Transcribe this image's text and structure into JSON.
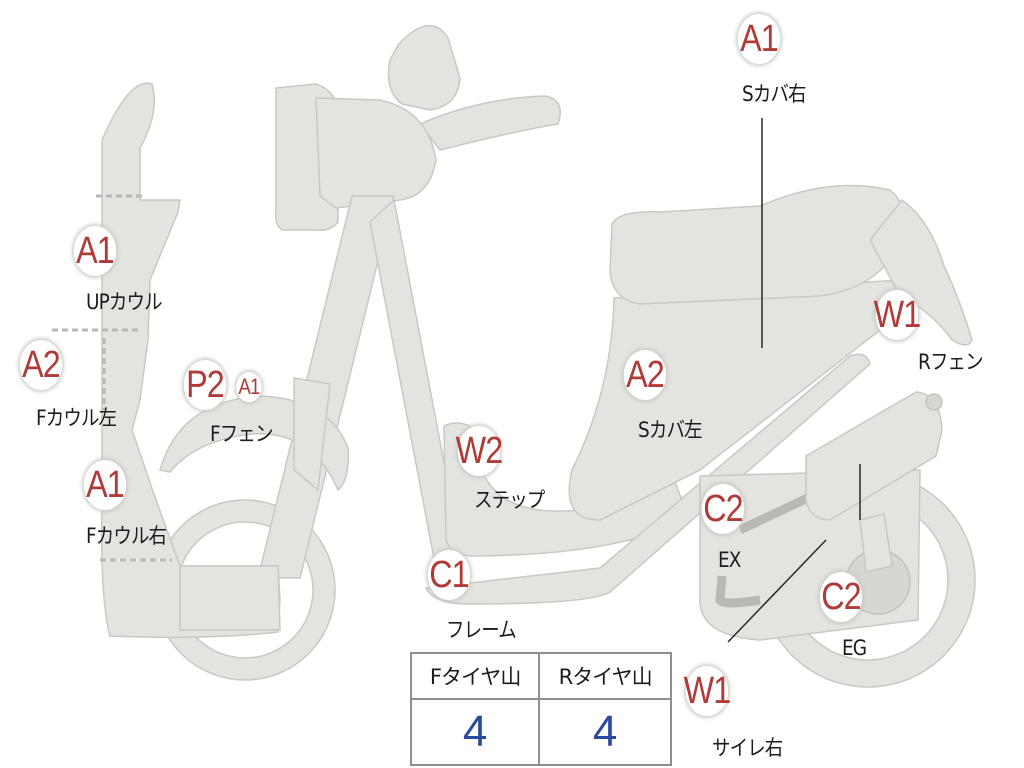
{
  "colors": {
    "grade": "#b03a38",
    "value": "#2a4aa0",
    "part_fill": "#e3e3df"
  },
  "parts": [
    {
      "id": "s-cover-right",
      "grade": "A1",
      "caption": "Sカバ右"
    },
    {
      "id": "up-cowl",
      "grade": "A1",
      "caption": "UPカウル"
    },
    {
      "id": "f-cowl-left",
      "grade": "A2",
      "caption": "Fカウル左"
    },
    {
      "id": "f-fender",
      "grade": "P2",
      "grade2": "A1",
      "caption": "Fフェン"
    },
    {
      "id": "f-cowl-right",
      "grade": "A1",
      "caption": "Fカウル右"
    },
    {
      "id": "r-fender",
      "grade": "W1",
      "caption": "Rフェン"
    },
    {
      "id": "s-cover-left",
      "grade": "A2",
      "caption": "Sカバ左"
    },
    {
      "id": "step",
      "grade": "W2",
      "caption": "ステップ"
    },
    {
      "id": "exhaust",
      "grade": "C2",
      "caption": "EX"
    },
    {
      "id": "frame",
      "grade": "C1",
      "caption": "フレーム"
    },
    {
      "id": "engine",
      "grade": "C2",
      "caption": "EG"
    },
    {
      "id": "silencer-right",
      "grade": "W1",
      "caption": "サイレ右"
    }
  ],
  "tire_table": {
    "headers": [
      "Fタイヤ山",
      "Rタイヤ山"
    ],
    "values": [
      "4",
      "4"
    ]
  }
}
